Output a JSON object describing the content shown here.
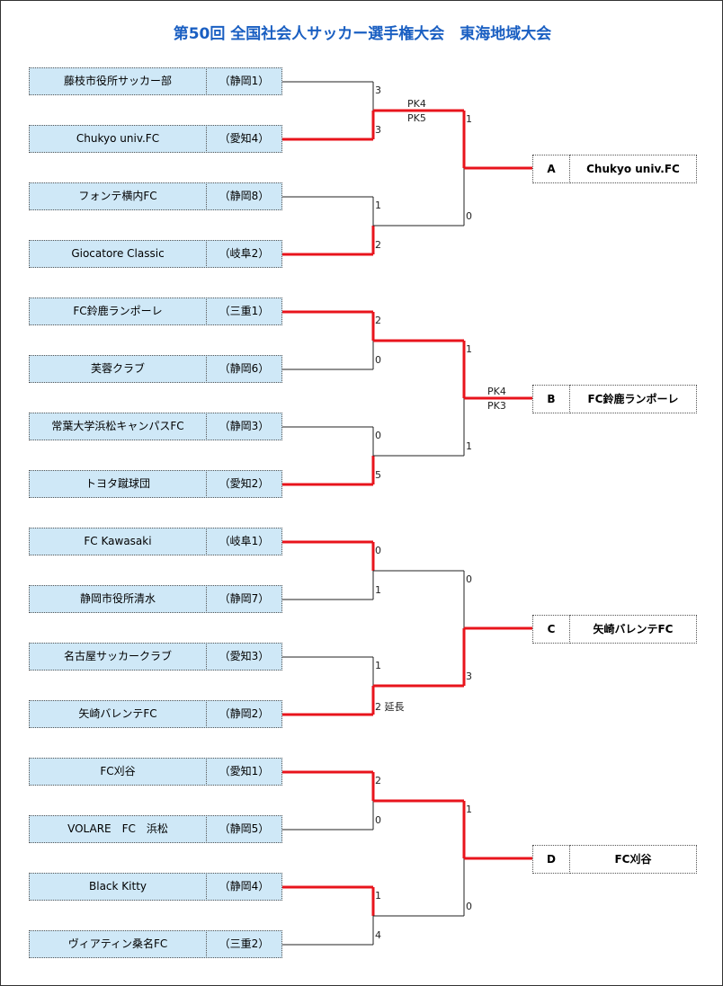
{
  "title": "第50回 全国社会人サッカー選手権大会　東海地域大会",
  "teams": [
    {
      "name": "藤枝市役所サッカー部",
      "pref": "（静岡1）"
    },
    {
      "name": "Chukyo univ.FC",
      "pref": "（愛知4）"
    },
    {
      "name": "フォンテ横内FC",
      "pref": "（静岡8）"
    },
    {
      "name": "Giocatore Classic",
      "pref": "（岐阜2）"
    },
    {
      "name": "FC鈴鹿ランポーレ",
      "pref": "（三重1）"
    },
    {
      "name": "芙蓉クラブ",
      "pref": "（静岡6）"
    },
    {
      "name": "常葉大学浜松キャンパスFC",
      "pref": "（静岡3）"
    },
    {
      "name": "トヨタ蹴球団",
      "pref": "（愛知2）"
    },
    {
      "name": "FC Kawasaki",
      "pref": "（岐阜1）"
    },
    {
      "name": "静岡市役所清水",
      "pref": "（静岡7）"
    },
    {
      "name": "名古屋サッカークラブ",
      "pref": "（愛知3）"
    },
    {
      "name": "矢崎バレンテFC",
      "pref": "（静岡2）"
    },
    {
      "name": "FC刈谷",
      "pref": "（愛知1）"
    },
    {
      "name": "VOLARE　FC　浜松",
      "pref": "（静岡5）"
    },
    {
      "name": "Black Kitty",
      "pref": "（静岡4）"
    },
    {
      "name": "ヴィアティン桑名FC",
      "pref": "（三重2）"
    }
  ],
  "round1_scores": [
    "3",
    "3",
    "1",
    "2",
    "2",
    "0",
    "0",
    "5",
    "0",
    "1",
    "1",
    "2 延長",
    "2",
    "0",
    "1",
    "4"
  ],
  "round2_scores": [
    "1",
    "0",
    "1",
    "1",
    "0",
    "3",
    "1",
    "0"
  ],
  "pk_notes": [
    {
      "top": "PK4",
      "bottom": "PK5"
    },
    {
      "top": "PK4",
      "bottom": "PK3"
    }
  ],
  "winners": [
    {
      "letter": "A",
      "name": "Chukyo univ.FC"
    },
    {
      "letter": "B",
      "name": "FC鈴鹿ランポーレ"
    },
    {
      "letter": "C",
      "name": "矢崎バレンテFC"
    },
    {
      "letter": "D",
      "name": "FC刈谷"
    }
  ],
  "colors": {
    "win_line": "#e8141c",
    "lose_line": "#222222",
    "title": "#1a5fc2",
    "team_bg": "#cfe8f7"
  }
}
